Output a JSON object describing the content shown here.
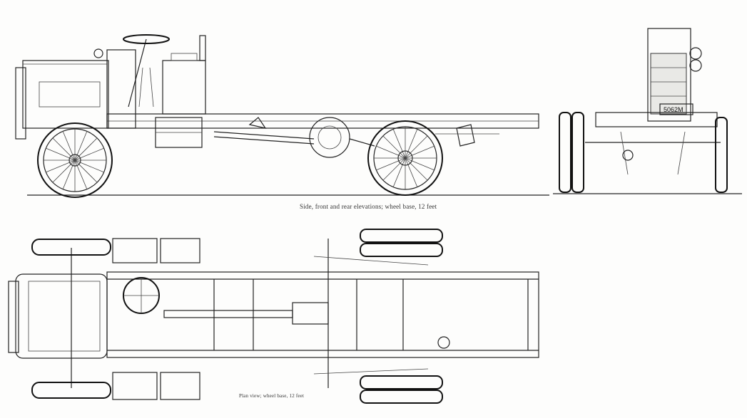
{
  "captions": {
    "elevation": "Side, front and rear elevations; wheel base, 12 feet",
    "plan": "Plan view; wheel base, 12 feet"
  },
  "plate_number": "5062M",
  "colors": {
    "ink": "#222222",
    "paper": "#fdfdfc"
  }
}
